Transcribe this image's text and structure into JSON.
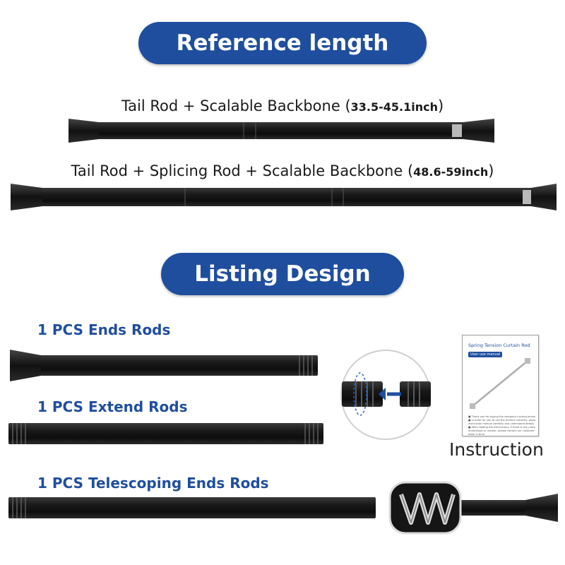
{
  "headers": {
    "reference": "Reference length",
    "listing": "Listing Design"
  },
  "reference": {
    "rod1": {
      "text": "Tail Rod + Scalable Backbone ",
      "paren_open": "(",
      "size": "33.5-45.1inch",
      "paren_close": ")"
    },
    "rod2": {
      "text": "Tail Rod + Splicing Rod + Scalable Backbone ",
      "paren_open": "(",
      "size": "48.6-59inch",
      "paren_close": ")"
    }
  },
  "listing": {
    "item1": "1 PCS Ends Rods",
    "item2": "1 PCS Extend Rods",
    "item3": "1 PCS Telescoping Ends Rods"
  },
  "manual": {
    "title": "Spring Tension Curtain Rod",
    "subtitle": "User use manual",
    "lines": [
      "■ Thank you for buying the company's spring tension curtain rod",
      "■ In order for you to use the product correctly, please read the",
      "  instruction manual carefully and understand deeply",
      "■ After reading the instructions, if there is any place that is not",
      "  understood or unclear, please contact our customer service",
      "  team in time"
    ],
    "caption": "Instruction"
  },
  "colors": {
    "accent": "#1f4e9e",
    "rod": "#1c1c1c"
  }
}
